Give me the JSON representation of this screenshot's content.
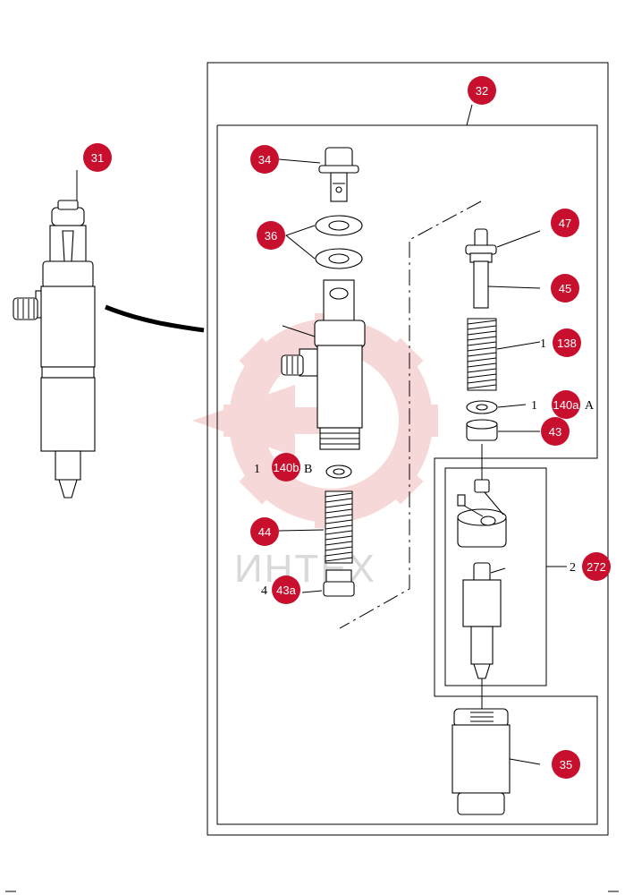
{
  "diagram": {
    "watermark": "ИНТЕХ",
    "colors": {
      "callout": "#c8102e",
      "watermark_logo": "#f6d2d2",
      "watermark_text": "#d9d9d9",
      "line": "#000000"
    },
    "callouts": [
      {
        "id": "31",
        "label": "31"
      },
      {
        "id": "32",
        "label": "32"
      },
      {
        "id": "34",
        "label": "34"
      },
      {
        "id": "36",
        "label": "36"
      },
      {
        "id": "47",
        "label": "47"
      },
      {
        "id": "45",
        "label": "45"
      },
      {
        "id": "138",
        "label": "138",
        "qty": "1",
        "suffix": ""
      },
      {
        "id": "140a",
        "label": "140a",
        "qty": "1",
        "suffix": "A"
      },
      {
        "id": "43",
        "label": "43"
      },
      {
        "id": "140b",
        "label": "140b",
        "qty": "1",
        "suffix": "B"
      },
      {
        "id": "44",
        "label": "44"
      },
      {
        "id": "272",
        "label": "272",
        "qty": "2",
        "suffix": ""
      },
      {
        "id": "43a",
        "label": "43a",
        "qty": "4",
        "suffix": ""
      },
      {
        "id": "35",
        "label": "35"
      }
    ]
  }
}
